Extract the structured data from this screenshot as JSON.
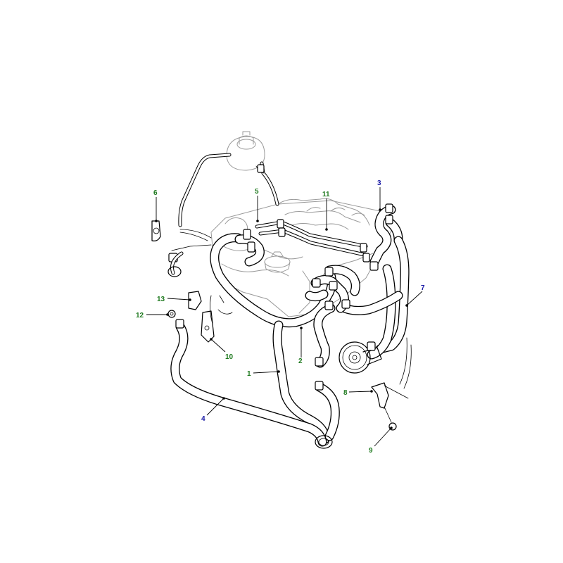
{
  "colors": {
    "green_callout": "#1f7a1f",
    "blue_callout": "#1a1aa6",
    "line": "#000000",
    "engine_gray": "#9a9a9a"
  },
  "callouts": [
    {
      "id": "c1",
      "label": "1",
      "color": "green"
    },
    {
      "id": "c2",
      "label": "2",
      "color": "green"
    },
    {
      "id": "c3",
      "label": "3",
      "color": "blue"
    },
    {
      "id": "c4",
      "label": "4",
      "color": "blue"
    },
    {
      "id": "c5",
      "label": "5",
      "color": "green"
    },
    {
      "id": "c6",
      "label": "6",
      "color": "green"
    },
    {
      "id": "c7",
      "label": "7",
      "color": "blue"
    },
    {
      "id": "c8",
      "label": "8",
      "color": "green"
    },
    {
      "id": "c9",
      "label": "9",
      "color": "green"
    },
    {
      "id": "c10",
      "label": "10",
      "color": "green"
    },
    {
      "id": "c11",
      "label": "11",
      "color": "green"
    },
    {
      "id": "c12",
      "label": "12",
      "color": "green"
    },
    {
      "id": "c13",
      "label": "13",
      "color": "green"
    }
  ]
}
